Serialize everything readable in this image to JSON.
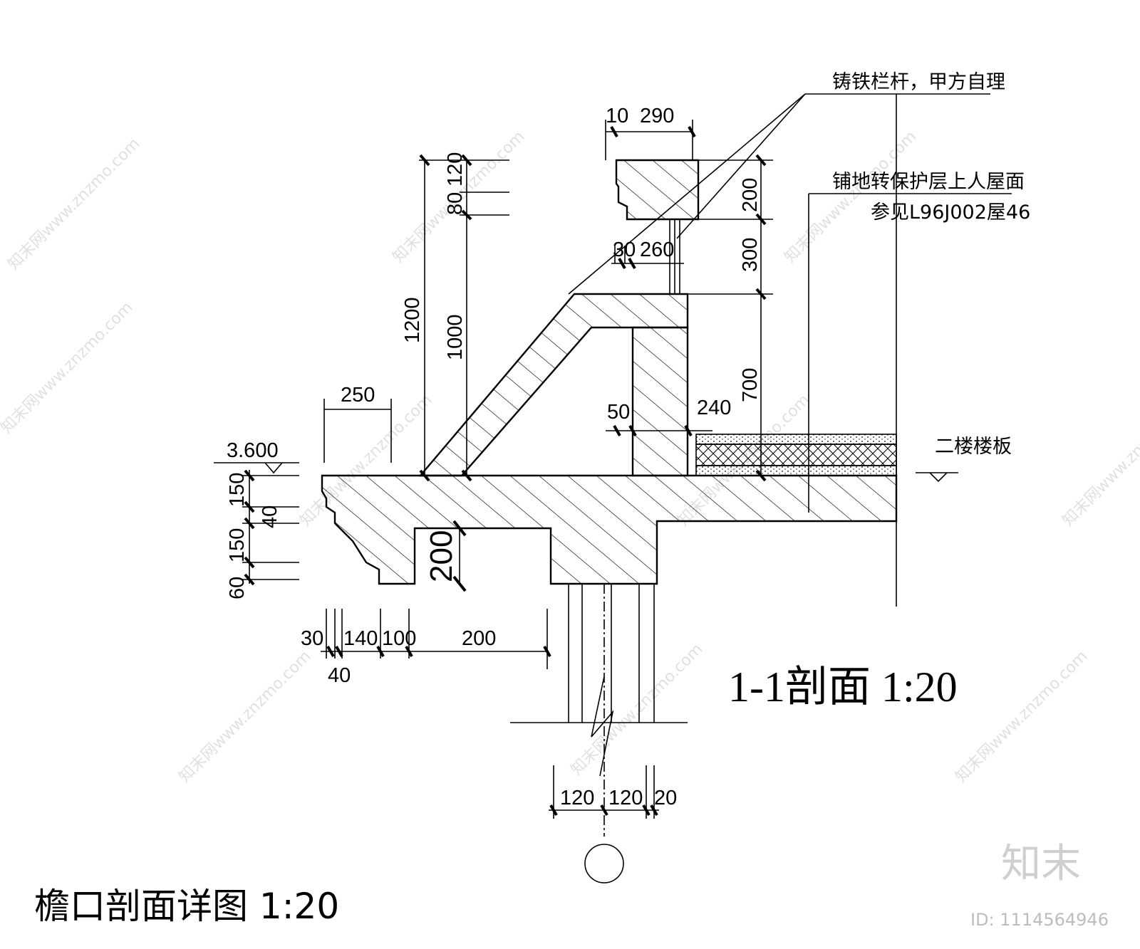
{
  "annotations": {
    "railing": "铸铁栏杆，甲方自理",
    "roof_line1": "铺地转保护层上人屋面",
    "roof_line2": "参见L96J002屋46",
    "floor_slab": "二楼楼板",
    "elevation": "3.600"
  },
  "titles": {
    "section": "1-1剖面 1:20",
    "drawing": "檐口剖面详图 1:20"
  },
  "dimensions": {
    "top_10": "10",
    "top_290": "290",
    "v_120": "120",
    "v_80": "80",
    "v_1200": "1200",
    "v_1000": "1000",
    "h_30": "30",
    "h_260": "260",
    "v_200_top": "200",
    "v_300": "300",
    "v_700": "700",
    "h_250": "250",
    "h_50": "50",
    "h_240": "240",
    "v_150a": "150",
    "v_40": "40",
    "v_150b": "150",
    "v_60": "60",
    "v_200_beam": "200",
    "b_30": "30",
    "b_140": "140",
    "b_100": "100",
    "b_200": "200",
    "b_40": "40",
    "w_120a": "120",
    "w_120b": "120",
    "w_20": "20"
  },
  "watermark": {
    "text": "知末网www.znzmo.com",
    "brand": "知末",
    "id": "ID: 1114564946"
  }
}
